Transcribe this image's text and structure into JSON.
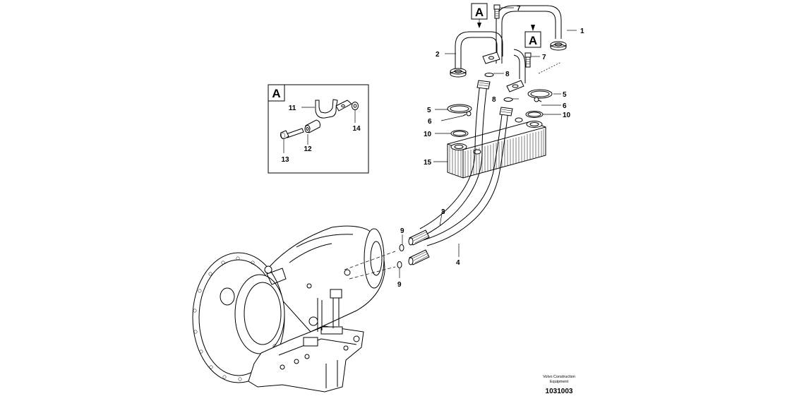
{
  "callouts": {
    "c1": "1",
    "c2": "2",
    "c3": "3",
    "c4": "4",
    "c5a": "5",
    "c5b": "5",
    "c6a": "6",
    "c6b": "6",
    "c7a": "7",
    "c7b": "7",
    "c8a": "8",
    "c8b": "8",
    "c9a": "9",
    "c9b": "9",
    "c10a": "10",
    "c10b": "10",
    "c11": "11",
    "c12": "12",
    "c13": "13",
    "c14": "14",
    "c15": "15"
  },
  "section_marks": {
    "inset": "A",
    "top1": "A",
    "top2": "A"
  },
  "footer": {
    "brand_line1": "Volvo Construction",
    "brand_line2": "Equipment",
    "ref": "1031003"
  }
}
